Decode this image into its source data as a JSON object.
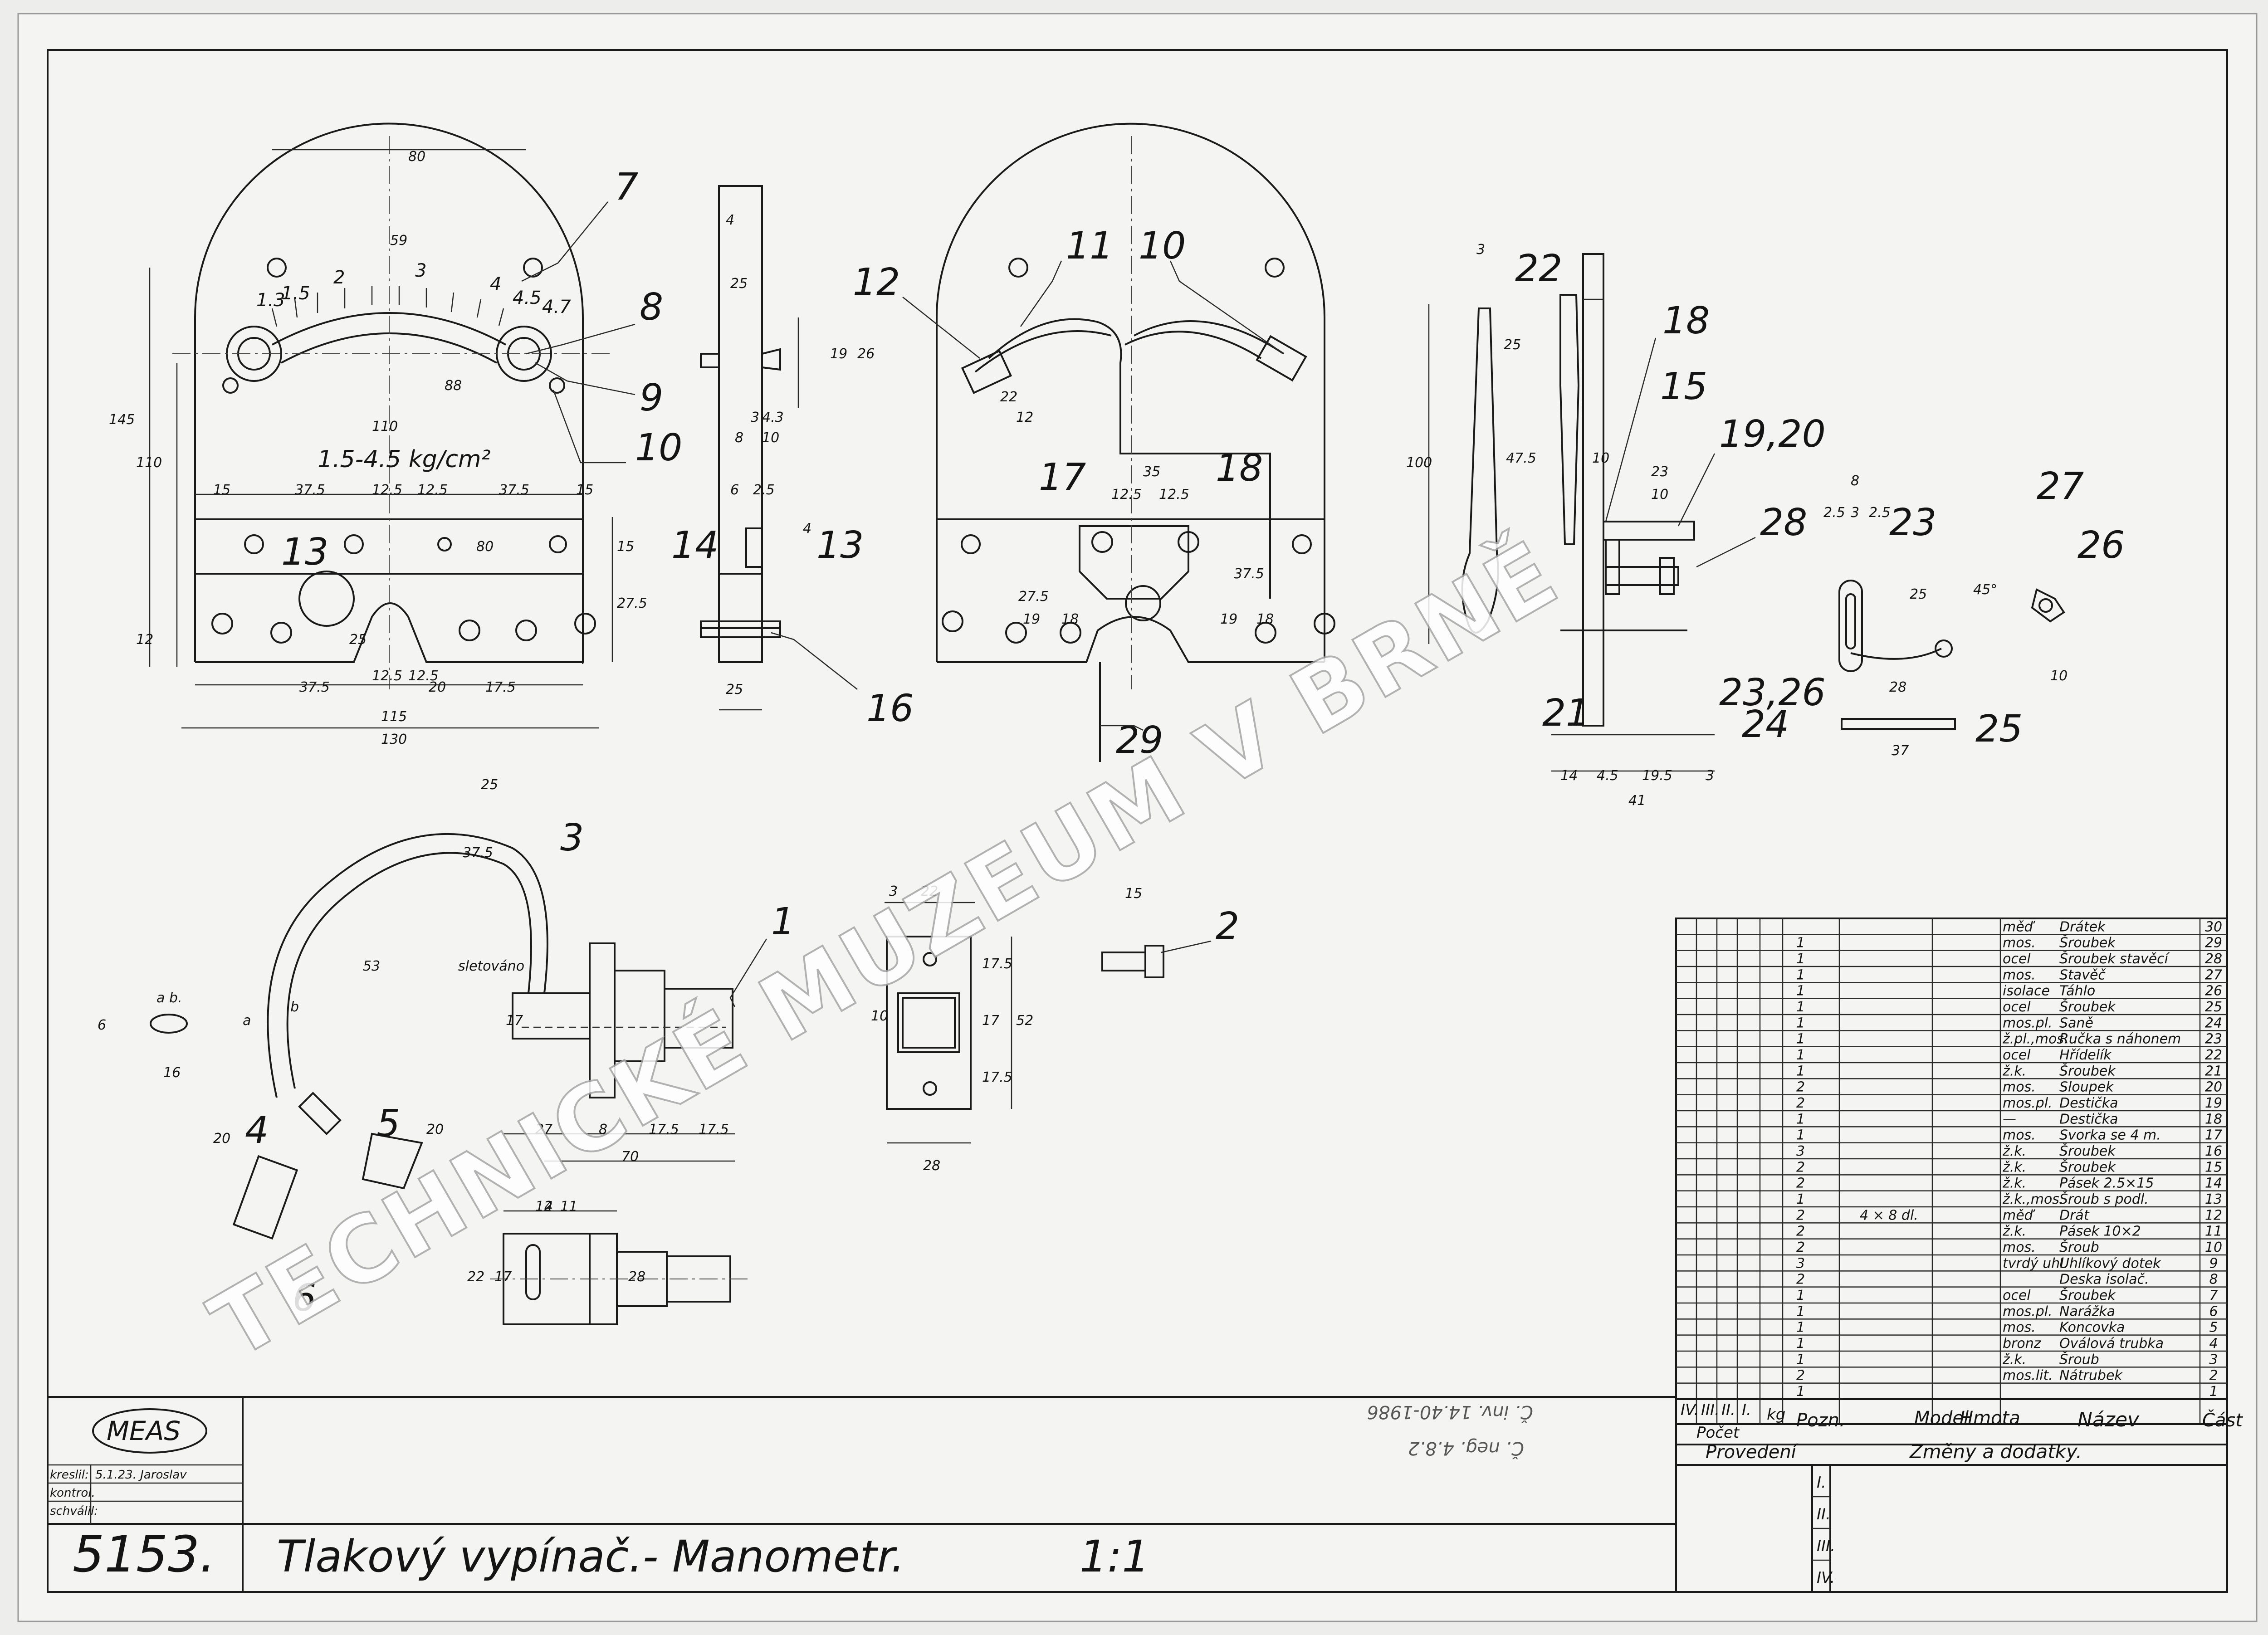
{
  "watermark": "TECHNICKÉ MUZEUM V BRNĚ",
  "title_block": {
    "drawing_number": "5153.",
    "title": "Tlakový vypínač.- Manometr.",
    "scale": "1:1",
    "logo_text": "MEAS",
    "fields": [
      {
        "label": "kreslil:",
        "value": "5.1.23. Jaroslav"
      },
      {
        "label": "kontrol.",
        "value": ""
      },
      {
        "label": "schválil:",
        "value": ""
      }
    ]
  },
  "parts_list": {
    "header": {
      "count": "Počet",
      "variants": [
        "IV.",
        "III.",
        "II.",
        "I."
      ],
      "kg": "kg",
      "note": "Pozn.",
      "model": "Model",
      "material": "Hmota",
      "name": "Název",
      "part": "Část"
    },
    "rows": [
      {
        "qty": "",
        "note": "",
        "material": "měď",
        "name": "Drátek",
        "part": "30"
      },
      {
        "qty": "1",
        "note": "",
        "material": "mos.",
        "name": "Šroubek",
        "part": "29"
      },
      {
        "qty": "1",
        "note": "",
        "material": "ocel",
        "name": "Šroubek stavěcí",
        "part": "28"
      },
      {
        "qty": "1",
        "note": "",
        "material": "mos.",
        "name": "Stavěč",
        "part": "27"
      },
      {
        "qty": "1",
        "note": "",
        "material": "isolace",
        "name": "Táhlo",
        "part": "26"
      },
      {
        "qty": "1",
        "note": "",
        "material": "ocel",
        "name": "Šroubek",
        "part": "25"
      },
      {
        "qty": "1",
        "note": "",
        "material": "mos.pl.",
        "name": "Saně",
        "part": "24"
      },
      {
        "qty": "1",
        "note": "",
        "material": "ž.pl.,mos.",
        "name": "Ručka s náhonem",
        "part": "23"
      },
      {
        "qty": "1",
        "note": "",
        "material": "ocel",
        "name": "Hřídelík",
        "part": "22"
      },
      {
        "qty": "1",
        "note": "",
        "material": "ž.k.",
        "name": "Šroubek",
        "part": "21"
      },
      {
        "qty": "2",
        "note": "",
        "material": "mos.",
        "name": "Sloupek",
        "part": "20"
      },
      {
        "qty": "2",
        "note": "",
        "material": "mos.pl.",
        "name": "Destička",
        "part": "19"
      },
      {
        "qty": "1",
        "note": "",
        "material": "—",
        "name": "Destička",
        "part": "18"
      },
      {
        "qty": "1",
        "note": "",
        "material": "mos.",
        "name": "Svorka se 4 m.",
        "part": "17"
      },
      {
        "qty": "3",
        "note": "",
        "material": "ž.k.",
        "name": "Šroubek",
        "part": "16"
      },
      {
        "qty": "2",
        "note": "",
        "material": "ž.k.",
        "name": "Šroubek",
        "part": "15"
      },
      {
        "qty": "2",
        "note": "",
        "material": "ž.k.",
        "name": "Pásek 2.5×15",
        "part": "14"
      },
      {
        "qty": "1",
        "note": "",
        "material": "ž.k.,mos.",
        "name": "Šroub s podl.",
        "part": "13"
      },
      {
        "qty": "2",
        "note": "4 × 8 dl.",
        "material": "měď",
        "name": "Drát",
        "part": "12"
      },
      {
        "qty": "2",
        "note": "",
        "material": "ž.k.",
        "name": "Pásek 10×2",
        "part": "11"
      },
      {
        "qty": "2",
        "note": "",
        "material": "mos.",
        "name": "Šroub",
        "part": "10"
      },
      {
        "qty": "3",
        "note": "",
        "material": "tvrdý uhl.",
        "name": "Uhlíkový dotek",
        "part": "9"
      },
      {
        "qty": "2",
        "note": "",
        "material": "",
        "name": "Deska isolač.",
        "part": "8"
      },
      {
        "qty": "1",
        "note": "",
        "material": "ocel",
        "name": "Šroubek",
        "part": "7"
      },
      {
        "qty": "1",
        "note": "",
        "material": "mos.pl.",
        "name": "Narážka",
        "part": "6"
      },
      {
        "qty": "1",
        "note": "",
        "material": "mos.",
        "name": "Koncovka",
        "part": "5"
      },
      {
        "qty": "1",
        "note": "",
        "material": "bronz",
        "name": "Oválová trubka",
        "part": "4"
      },
      {
        "qty": "1",
        "note": "",
        "material": "ž.k.",
        "name": "Šroub",
        "part": "3"
      },
      {
        "qty": "2",
        "note": "",
        "material": "mos.lit.",
        "name": "Nátrubek",
        "part": "2"
      },
      {
        "qty": "1",
        "note": "",
        "material": "",
        "name": "",
        "part": "1"
      }
    ],
    "footer": {
      "variants_label": "Provedení",
      "changes_label": "Změny a dodatky.",
      "roman": [
        "I.",
        "II.",
        "III.",
        "IV."
      ]
    }
  },
  "dial": {
    "scale_labels": [
      "1.3",
      "1.5",
      "2",
      "3",
      "4",
      "4.5",
      "4.7"
    ],
    "range_label": "1.5-4.5 kg/cm²"
  },
  "callouts": [
    "7",
    "8",
    "9",
    "10",
    "13",
    "14",
    "13",
    "16",
    "12",
    "11",
    "10",
    "17",
    "18",
    "29",
    "22",
    "18",
    "15",
    "19,20",
    "28",
    "23",
    "27",
    "26",
    "21",
    "23,26",
    "24",
    "25",
    "3",
    "1",
    "2",
    "4",
    "5",
    "6"
  ],
  "dimensions": {
    "front": [
      "80",
      "59",
      "145",
      "110",
      "110",
      "15",
      "37.5",
      "12.5",
      "12.5",
      "37.5",
      "15",
      "15",
      "27.5",
      "12",
      "25",
      "37.5",
      "12.5",
      "12.5",
      "20",
      "17.5",
      "115",
      "130",
      "88",
      "80"
    ],
    "side": [
      "4",
      "25",
      "26",
      "19",
      "8",
      "3",
      "4.3",
      "10",
      "6",
      "2.5",
      "4",
      "25"
    ],
    "rear": [
      "22",
      "12",
      "35",
      "12.5",
      "12.5",
      "27.5",
      "19",
      "18",
      "37.5",
      "19",
      "18"
    ],
    "shaft": [
      "3",
      "25",
      "47.5",
      "100",
      "10",
      "23",
      "10",
      "14",
      "4.5",
      "19.5",
      "3",
      "41"
    ],
    "lever": [
      "8",
      "2.5",
      "3",
      "2.5",
      "25",
      "28",
      "37",
      "45°",
      "10"
    ],
    "tube": [
      "25",
      "37.5",
      "53",
      "6",
      "16",
      "17",
      "27",
      "8",
      "17.5",
      "17.5",
      "70",
      "12",
      "4",
      "11",
      "22",
      "17",
      "28",
      "20",
      "20"
    ],
    "nipple": [
      "3",
      "22",
      "17.5",
      "17",
      "17.5",
      "52",
      "28",
      "10"
    ],
    "screw": [
      "15"
    ],
    "tube_labels": [
      "a b.",
      "a",
      "b",
      "sletováno"
    ]
  },
  "stamp_faint": [
    "Č. inv. 14.40-1986",
    "Č. neg. 4.8.2"
  ]
}
